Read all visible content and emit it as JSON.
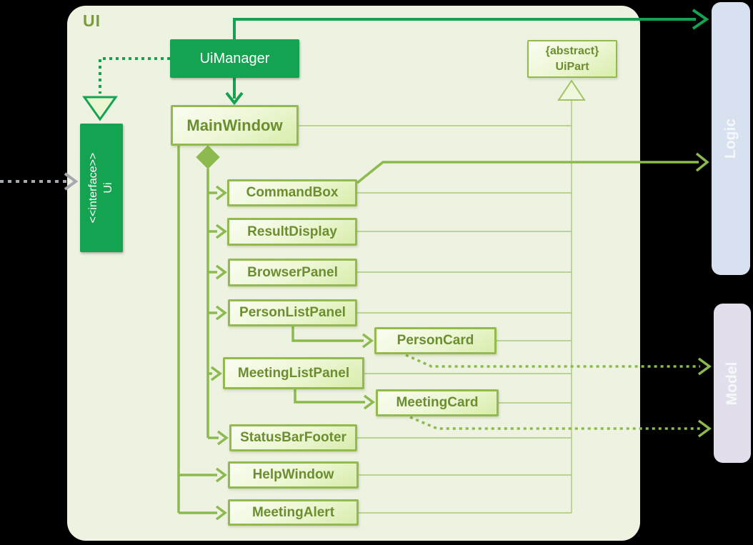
{
  "title": "UI",
  "colors": {
    "canvas_bg": "#000000",
    "container_bg": "#edf2e1",
    "title_color": "#7c9b3f",
    "bright_green": "#14a351",
    "olive": "#8cba4e",
    "thin_line": "#aac878",
    "box_border": "#94b94f",
    "box_text": "#6b8e2f",
    "box_fill_top": "#fafdf2",
    "box_fill_bottom": "#d8edab",
    "solid_box_bg": "#13a351",
    "solid_box_text": "#ffffff",
    "logic_bg": "#d8e1f0",
    "model_bg": "#e3deeb",
    "external_text": "#f5f8fb",
    "gray_dash": "#a4a9ae",
    "realization_triangle_fill": "#e9f6cf",
    "inheritance_triangle_fill": "#f0f8dc",
    "inheritance_triangle_stroke": "#a3c263"
  },
  "classes": {
    "ui_manager": "UiManager",
    "main_window": "MainWindow",
    "ui_part_stereotype": "{abstract}",
    "ui_part_name": "UiPart",
    "ui_interface_stereotype": "<<interface>>",
    "ui_interface_name": "Ui",
    "command_box": "CommandBox",
    "result_display": "ResultDisplay",
    "browser_panel": "BrowserPanel",
    "person_list_panel": "PersonListPanel",
    "person_card": "PersonCard",
    "meeting_list_panel": "MeetingListPanel",
    "meeting_card": "MeetingCard",
    "status_bar_footer": "StatusBarFooter",
    "help_window": "HelpWindow",
    "meeting_alert": "MeetingAlert"
  },
  "external_components": {
    "logic": "Logic",
    "model": "Model"
  }
}
